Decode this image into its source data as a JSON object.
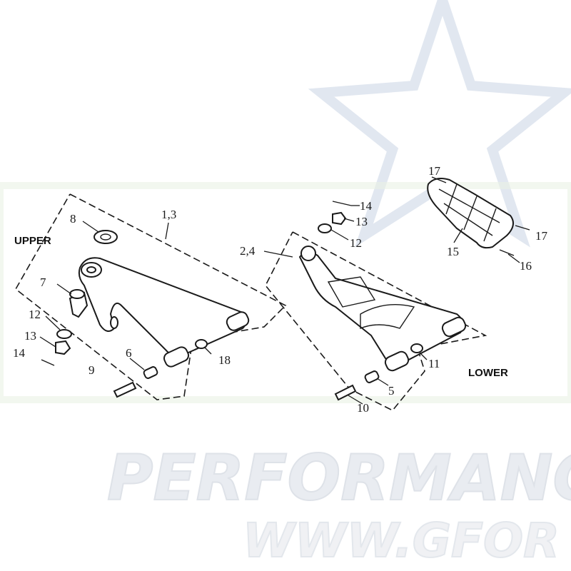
{
  "watermark": {
    "line1": "PERFORMANCE",
    "line2": "WWW.GFOR",
    "brand_color": "#c9d3e4",
    "accent_color": "#d9e6cf"
  },
  "sections": {
    "upper": "UPPER",
    "lower": "LOWER"
  },
  "callouts": {
    "c1_3": "1,3",
    "c2_4": "2,4",
    "c5": "5",
    "c6": "6",
    "c7": "7",
    "c8": "8",
    "c9": "9",
    "c10": "10",
    "c11": "11",
    "c12_upper": "12",
    "c12_lower": "12",
    "c13_upper": "13",
    "c13_lower": "13",
    "c14_upper": "14",
    "c14_lower": "14",
    "c15": "15",
    "c16": "16",
    "c17_top": "17",
    "c17_right": "17",
    "c18": "18"
  }
}
